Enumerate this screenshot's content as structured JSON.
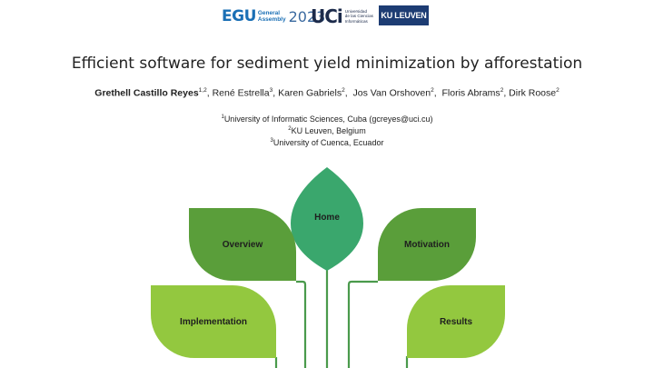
{
  "logos": {
    "egu_mark": "EGU",
    "egu_line1": "General",
    "egu_line2": "Assembly",
    "egu_year": "2023",
    "uci_mark": "UCi",
    "uci_line1": "Universidad",
    "uci_line2": "de las Ciencias",
    "uci_line3": "Informáticas",
    "kuleuven": "KU LEUVEN"
  },
  "title": "Efficient software for sediment yield minimization by afforestation",
  "authors": [
    {
      "name": "Grethell Castillo Reyes",
      "sup": "1,2",
      "sep": ", "
    },
    {
      "name": "René Estrella",
      "sup": "3",
      "sep": ", "
    },
    {
      "name": "Karen Gabriels",
      "sup": "2",
      "sep": ",  "
    },
    {
      "name": "Jos Van Orshoven",
      "sup": "2",
      "sep": ",  "
    },
    {
      "name": "Floris Abrams",
      "sup": "2",
      "sep": ", "
    },
    {
      "name": "Dirk Roose",
      "sup": "2",
      "sep": ""
    }
  ],
  "affiliations": [
    {
      "sup": "1",
      "text": "University of Informatic Sciences, Cuba (gcreyes@uci.cu)"
    },
    {
      "sup": "2",
      "text": "KU Leuven, Belgium"
    },
    {
      "sup": "3",
      "text": "University of Cuenca, Ecuador"
    }
  ],
  "nav": {
    "home": "Home",
    "overview": "Overview",
    "motivation": "Motivation",
    "implementation": "Implementation",
    "results": "Results"
  },
  "colors": {
    "home": "#3aa76d",
    "overview": "#5a9e3a",
    "motivation": "#5a9e3a",
    "implementation": "#93c83f",
    "results": "#93c83f",
    "stem": "#4a9a4c"
  }
}
